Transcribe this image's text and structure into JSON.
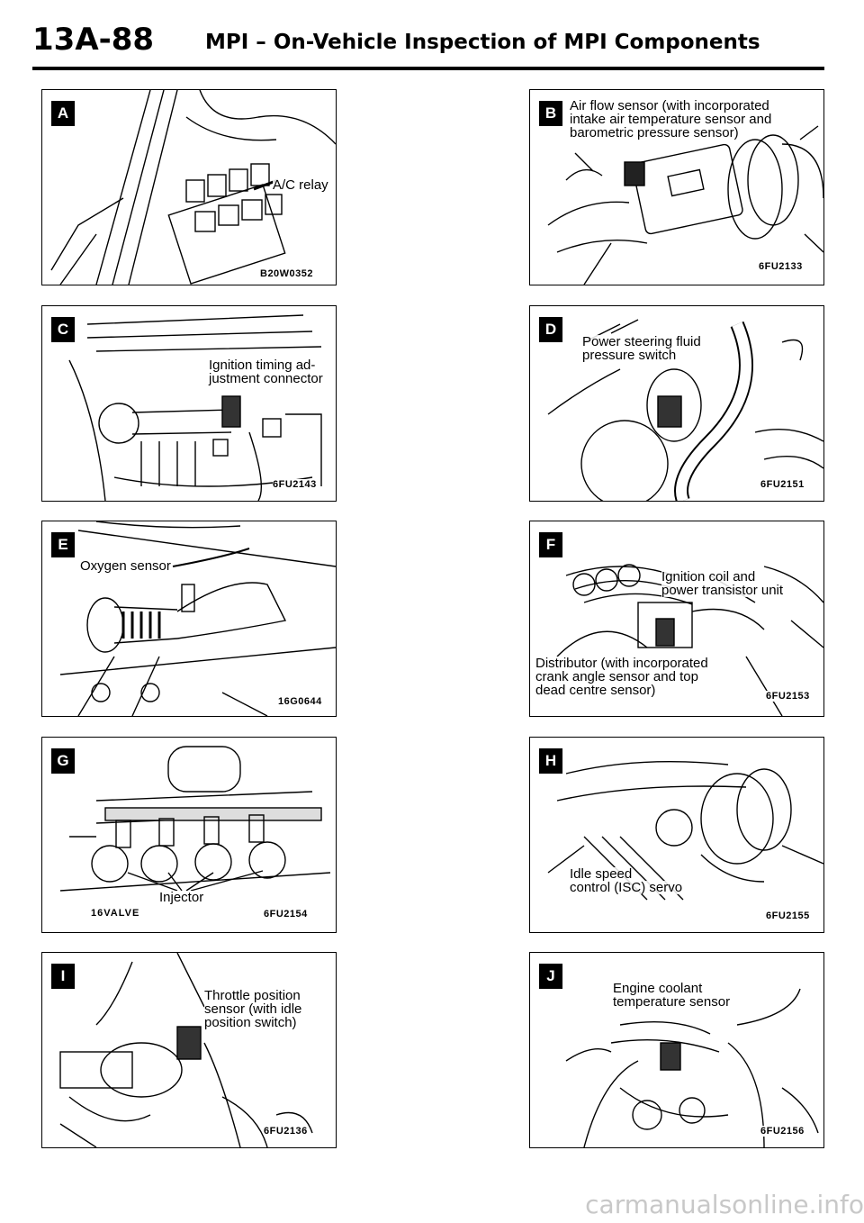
{
  "header": {
    "page_number": "13A-88",
    "title": "MPI – On-Vehicle Inspection of MPI Components"
  },
  "panels": [
    {
      "badge": "A",
      "labels": [
        "A/C relay"
      ],
      "code": "B20W0352"
    },
    {
      "badge": "B",
      "labels": [
        "Air flow sensor (with incorporated",
        "intake air temperature sensor and",
        "barometric pressure sensor)"
      ],
      "code": "6FU2133"
    },
    {
      "badge": "C",
      "labels": [
        "Ignition timing ad-",
        "justment connector"
      ],
      "code": "6FU2143"
    },
    {
      "badge": "D",
      "labels": [
        "Power steering fluid",
        "pressure switch"
      ],
      "code": "6FU2151"
    },
    {
      "badge": "E",
      "labels": [
        "Oxygen sensor"
      ],
      "code": "16G0644"
    },
    {
      "badge": "F",
      "labels": [
        "Ignition coil and",
        "power transistor unit",
        "Distributor (with incorporated",
        "crank angle sensor and top",
        "dead centre sensor)"
      ],
      "code": "6FU2153"
    },
    {
      "badge": "G",
      "labels": [
        "Injector",
        "16VALVE"
      ],
      "code": "6FU2154"
    },
    {
      "badge": "H",
      "labels": [
        "Idle speed",
        "control (ISC) servo"
      ],
      "code": "6FU2155"
    },
    {
      "badge": "I",
      "labels": [
        "Throttle position",
        "sensor (with idle",
        "position switch)"
      ],
      "code": "6FU2136"
    },
    {
      "badge": "J",
      "labels": [
        "Engine coolant",
        "temperature sensor"
      ],
      "code": "6FU2156"
    }
  ],
  "footer": {
    "watermark": "carmanualsonline.info"
  }
}
